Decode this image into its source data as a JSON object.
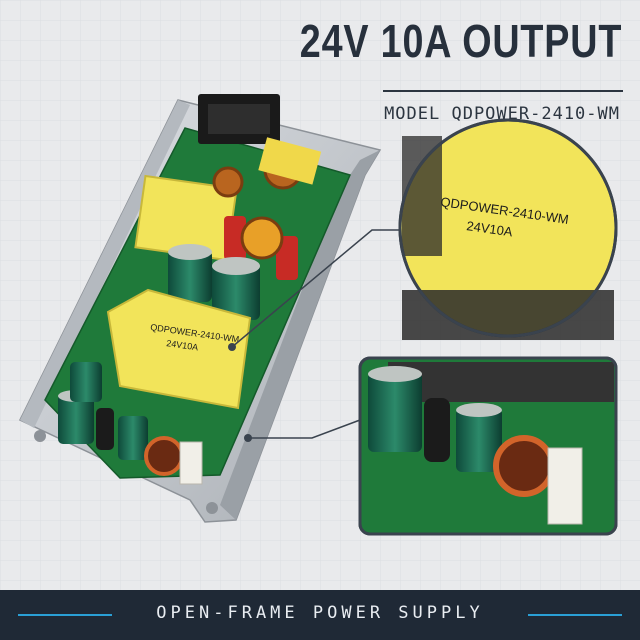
{
  "headline": "24V 10A OUTPUT",
  "model_line": "MODEL QDPOWER-2410-WM",
  "footer_caption": "OPEN-FRAME POWER SUPPLY",
  "transformer_labels": {
    "board_line1": "QDPOWER-2410-WM",
    "board_line2": "24V10A",
    "zoom_line1": "QDPOWER-2410-WM",
    "zoom_line2": "24V10A"
  },
  "colors": {
    "background": "#e9eaec",
    "headline_text": "#27303c",
    "footer_band": "#1f2936",
    "footer_accent": "#2a9fd6",
    "pcb_green": "#1f7a3a",
    "transformer_yellow": "#f2e45a",
    "chassis_aluminum": "#c9cdd2"
  }
}
